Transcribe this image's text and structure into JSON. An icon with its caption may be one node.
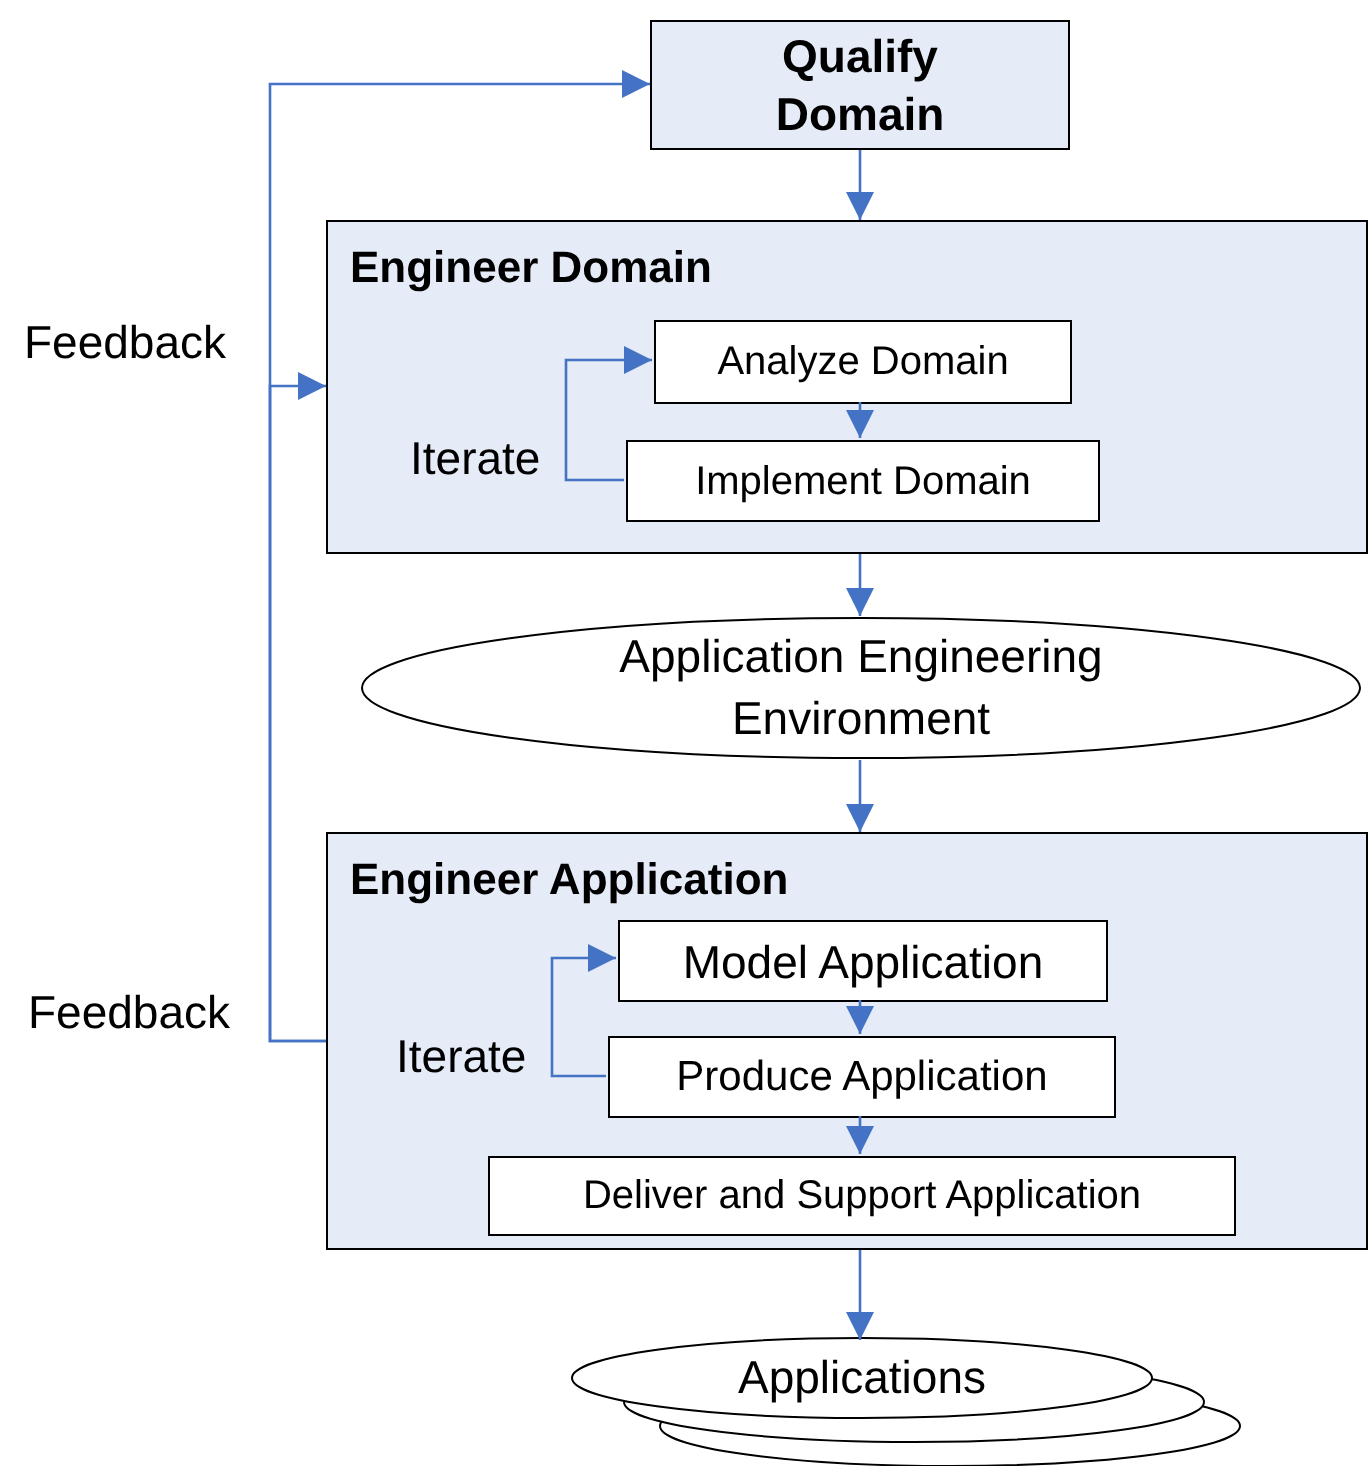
{
  "diagram": {
    "nodes": [
      {
        "text": [
          "Qualify Domain"
        ]
      },
      {
        "text": [
          "Engineer Domain"
        ]
      },
      {
        "text": [
          "Analyze Domain"
        ],
        "in": 1
      },
      {
        "text": [
          "Implement Domain"
        ],
        "in": 1
      },
      {
        "text": [
          "Application Engineering Environment"
        ]
      },
      {
        "text": [
          "Engineer Application"
        ]
      },
      {
        "text": [
          "Model Application"
        ],
        "in": 5
      },
      {
        "text": [
          "Produce Application"
        ],
        "in": 5
      },
      {
        "text": [
          "Deliver and Support Application"
        ],
        "in": 5
      },
      {
        "text": [
          "Applications"
        ]
      }
    ],
    "edges": [
      {
        "from": 0,
        "to": 1,
        "arrow": "to"
      },
      {
        "from": 2,
        "to": 3,
        "arrow": "to"
      },
      {
        "from": 3,
        "to": 2,
        "arrow": "to",
        "label": "Iterate"
      },
      {
        "from": 1,
        "to": 4,
        "arrow": "to"
      },
      {
        "from": 4,
        "to": 5,
        "arrow": "to"
      },
      {
        "from": 6,
        "to": 7,
        "arrow": "to"
      },
      {
        "from": 7,
        "to": 6,
        "arrow": "to",
        "label": "Iterate"
      },
      {
        "from": 7,
        "to": 8,
        "arrow": "to"
      },
      {
        "from": 5,
        "to": 9,
        "arrow": "to"
      },
      {
        "from": 5,
        "to": 0,
        "arrow": "to",
        "label": "Feedback"
      },
      {
        "from": 5,
        "to": 1,
        "arrow": "to",
        "label": "Feedback"
      }
    ]
  }
}
